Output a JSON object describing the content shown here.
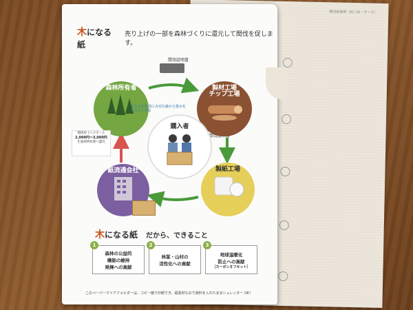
{
  "back_sheet": {
    "header_text": "間伐紙使用（約二枚・サーテ）"
  },
  "folder": {
    "brand": {
      "mark": "木",
      "rest": "になる紙"
    },
    "tagline": "売り上げの一部を森林づくりに還元して間伐を促します。",
    "certificates": {
      "top": "間伐証明書",
      "right": "間伐証明書"
    },
    "nodes": {
      "forest": "森林所有者",
      "chip_line1": "製材工場",
      "chip_line2": "チップ工場",
      "paper": "製紙工場",
      "distributor": "紙流通会社",
      "buyer": "購入者"
    },
    "note": "私たちの生活に大切な森から恵みを与えてくれる",
    "price_box": {
      "line1": "間伐材 1ヘクタール",
      "amount": "2,000円〜3,000円",
      "line3": "を森林所有者へ還元"
    },
    "subtitle": "だから、できること",
    "contributions": [
      {
        "num": "1",
        "line1": "森林の公益的",
        "line2": "機能の維持",
        "line3": "発揮への貢献"
      },
      {
        "num": "2",
        "line1": "林業・山村の",
        "line2": "活性化への貢献",
        "line3": ""
      },
      {
        "num": "3",
        "line1": "地球温暖化",
        "line2": "防止への貢献",
        "line3": "［カーボンオフセット］"
      }
    ],
    "footer": "このペーパークリアフォルダーは、コピー機で印刷でき、紙素材なので資料を入れたままシュレッター OK！"
  },
  "colors": {
    "forest": "#74a642",
    "chip": "#8a5133",
    "paper": "#e6cf58",
    "distributor": "#7b5fa0",
    "arrow_green": "#4a9a3a",
    "arrow_red": "#d9534f",
    "brand_accent": "#c8531a"
  }
}
